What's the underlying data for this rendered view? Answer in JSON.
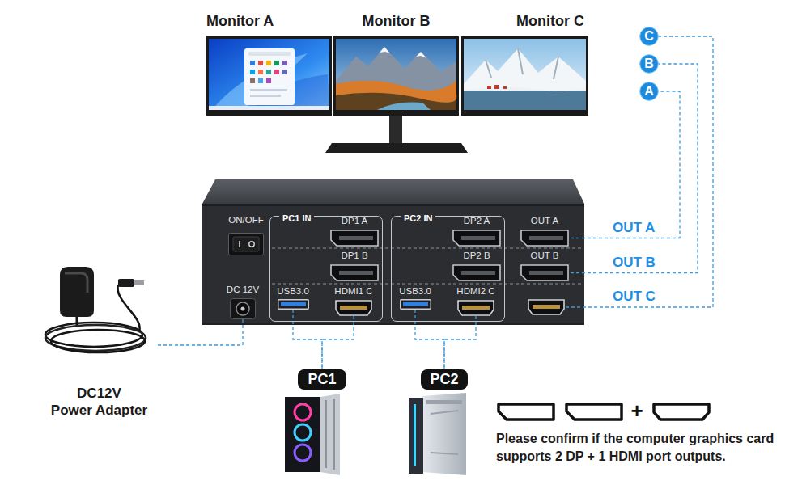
{
  "diagram": {
    "nodes": [
      {
        "text": [
          "Monitor A"
        ]
      },
      {
        "text": [
          "Monitor B"
        ]
      },
      {
        "text": [
          "Monitor C"
        ]
      },
      {
        "text": [
          "C"
        ]
      },
      {
        "text": [
          "B"
        ]
      },
      {
        "text": [
          "A"
        ]
      },
      {
        "text": [
          "ON/OFF"
        ]
      },
      {
        "text": [
          "DC 12V"
        ]
      },
      {
        "text": [
          "PC1 IN"
        ]
      },
      {
        "text": [
          "DP1 A"
        ],
        "in": 8
      },
      {
        "text": [
          "DP1 B"
        ],
        "in": 8
      },
      {
        "text": [
          "USB3.0"
        ],
        "in": 8
      },
      {
        "text": [
          "HDMI1 C"
        ],
        "in": 8
      },
      {
        "text": [
          "PC2 IN"
        ]
      },
      {
        "text": [
          "DP2 A"
        ],
        "in": 13
      },
      {
        "text": [
          "DP2 B"
        ],
        "in": 13
      },
      {
        "text": [
          "USB3.0"
        ],
        "in": 13
      },
      {
        "text": [
          "HDMI2 C"
        ],
        "in": 13
      },
      {
        "text": [
          "OUT A"
        ]
      },
      {
        "text": [
          "OUT B"
        ]
      },
      {
        "text": []
      },
      {
        "text": [
          "DC12V Power Adapter"
        ]
      },
      {
        "text": [
          "PC1"
        ]
      },
      {
        "text": [
          "PC2"
        ]
      }
    ],
    "edges": [
      {
        "from": 18,
        "to": 5,
        "label": "OUT A",
        "arrow": "none"
      },
      {
        "from": 19,
        "to": 4,
        "label": "OUT B",
        "arrow": "none"
      },
      {
        "from": 20,
        "to": 3,
        "label": "OUT C",
        "arrow": "none"
      },
      {
        "from": 7,
        "to": 21,
        "arrow": "none"
      },
      {
        "from": 11,
        "to": 22,
        "arrow": "none"
      },
      {
        "from": 12,
        "to": 22,
        "arrow": "none"
      },
      {
        "from": 16,
        "to": 23,
        "arrow": "none"
      },
      {
        "from": 17,
        "to": 23,
        "arrow": "none"
      }
    ],
    "labels": [
      "+",
      "Please confirm if the computer graphics card supports 2 DP + 1 HDMI port outputs."
    ]
  }
}
